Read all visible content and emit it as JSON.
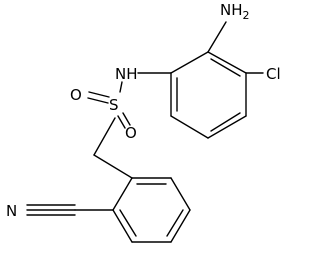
{
  "molecule": {
    "atoms": {
      "amine": {
        "main": "NH",
        "sub": "2"
      },
      "chloro": "Cl",
      "sulfonamide_nh": "NH",
      "oxygen_left": "O",
      "oxygen_right": "O",
      "sulfur": "S",
      "nitrile_n": "N"
    }
  }
}
